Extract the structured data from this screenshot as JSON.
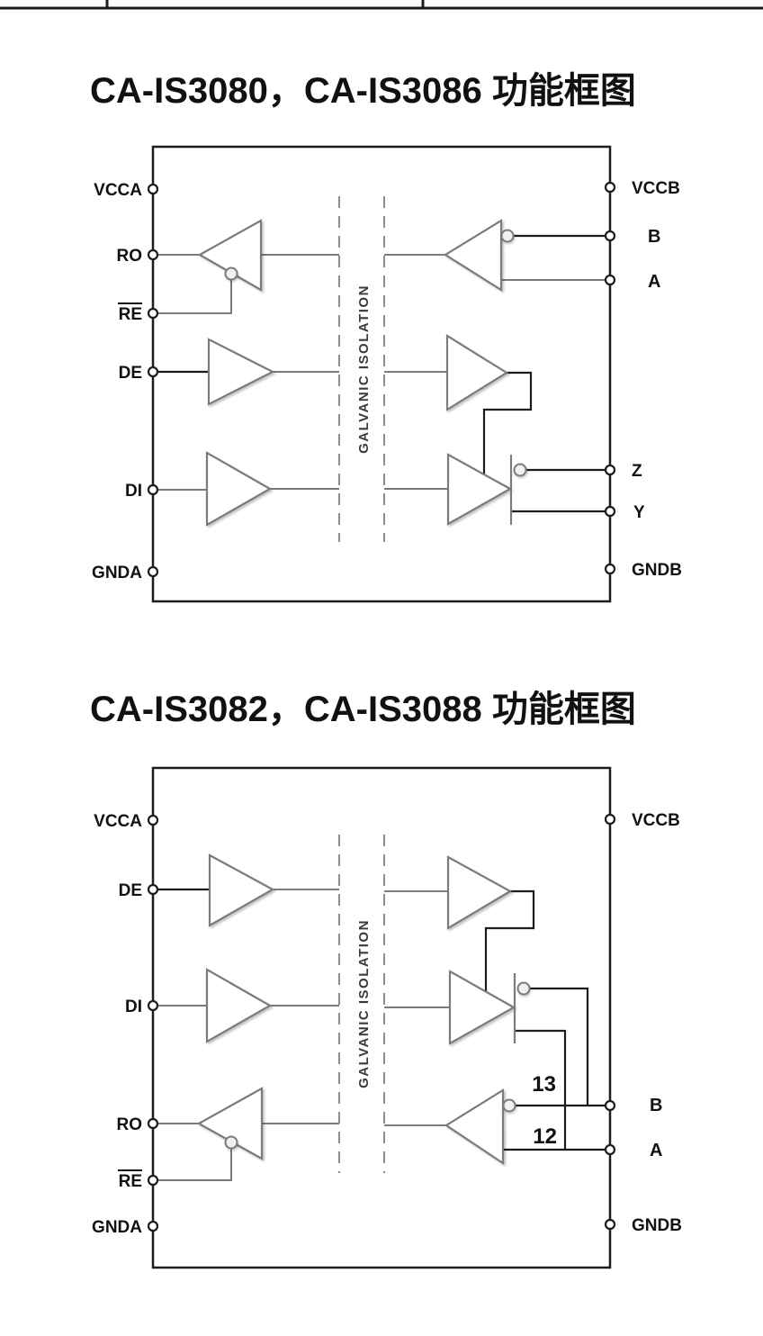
{
  "diagram1": {
    "title": "CA-IS3080，CA-IS3086 功能框图",
    "isolation_label": "GALVANIC ISOLATION",
    "left_pins": [
      "VCCA",
      "RO",
      "RE",
      "DE",
      "DI",
      "GNDA"
    ],
    "right_pins": [
      "VCCB",
      "B",
      "A",
      "Z",
      "Y",
      "GNDB"
    ]
  },
  "diagram2": {
    "title": "CA-IS3082，CA-IS3088 功能框图",
    "isolation_label": "GALVANIC ISOLATION",
    "left_pins": [
      "VCCA",
      "DE",
      "DI",
      "RO",
      "RE",
      "GNDA"
    ],
    "right_pins": [
      "VCCB",
      "B",
      "A",
      "GNDB"
    ],
    "wire_labels": {
      "b_pin_number": "13",
      "a_pin_number": "12"
    }
  },
  "colors": {
    "line_black": "#1c1c1c",
    "line_gray": "#7b7b7b",
    "dash_gray": "#8c8c8c",
    "text_black": "#111111"
  }
}
